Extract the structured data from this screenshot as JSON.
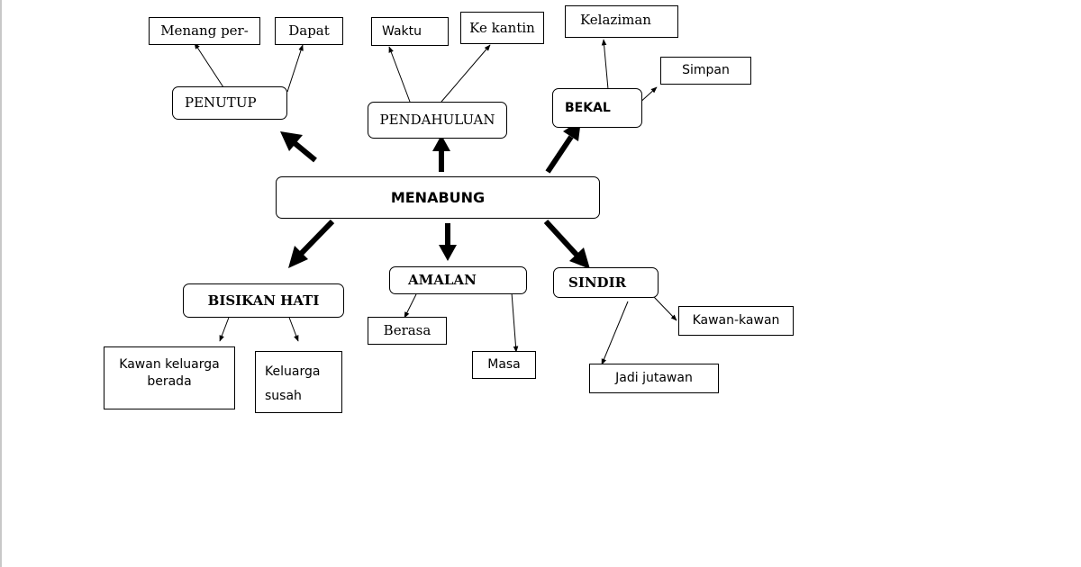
{
  "diagram": {
    "central": {
      "label": "MENABUNG"
    },
    "branches": [
      {
        "id": "penutup",
        "label": "PENUTUP",
        "children": [
          {
            "id": "menang-per",
            "label": "Menang per-"
          },
          {
            "id": "dapat",
            "label": "Dapat"
          }
        ]
      },
      {
        "id": "pendahuluan",
        "label": "PENDAHULUAN",
        "children": [
          {
            "id": "waktu",
            "label": "Waktu"
          },
          {
            "id": "ke-kantin",
            "label": "Ke kantin"
          }
        ]
      },
      {
        "id": "bekal",
        "label": "BEKAL",
        "children": [
          {
            "id": "kelaziman",
            "label": "Kelaziman"
          },
          {
            "id": "simpan",
            "label": "Simpan"
          }
        ]
      },
      {
        "id": "bisikan-hati",
        "label": "BISIKAN HATI",
        "children": [
          {
            "id": "kawan-keluarga",
            "label": "Kawan keluarga\nberada"
          },
          {
            "id": "keluarga-susah",
            "label": "Keluarga\nsusah"
          }
        ]
      },
      {
        "id": "amalan",
        "label": "AMALAN",
        "children": [
          {
            "id": "berasa",
            "label": "Berasa"
          },
          {
            "id": "masa",
            "label": "Masa"
          }
        ]
      },
      {
        "id": "sindir",
        "label": "SINDIR",
        "children": [
          {
            "id": "kawan-kawan",
            "label": "Kawan-kawan"
          },
          {
            "id": "jadi-jutawan",
            "label": "Jadi jutawan"
          }
        ]
      }
    ]
  }
}
